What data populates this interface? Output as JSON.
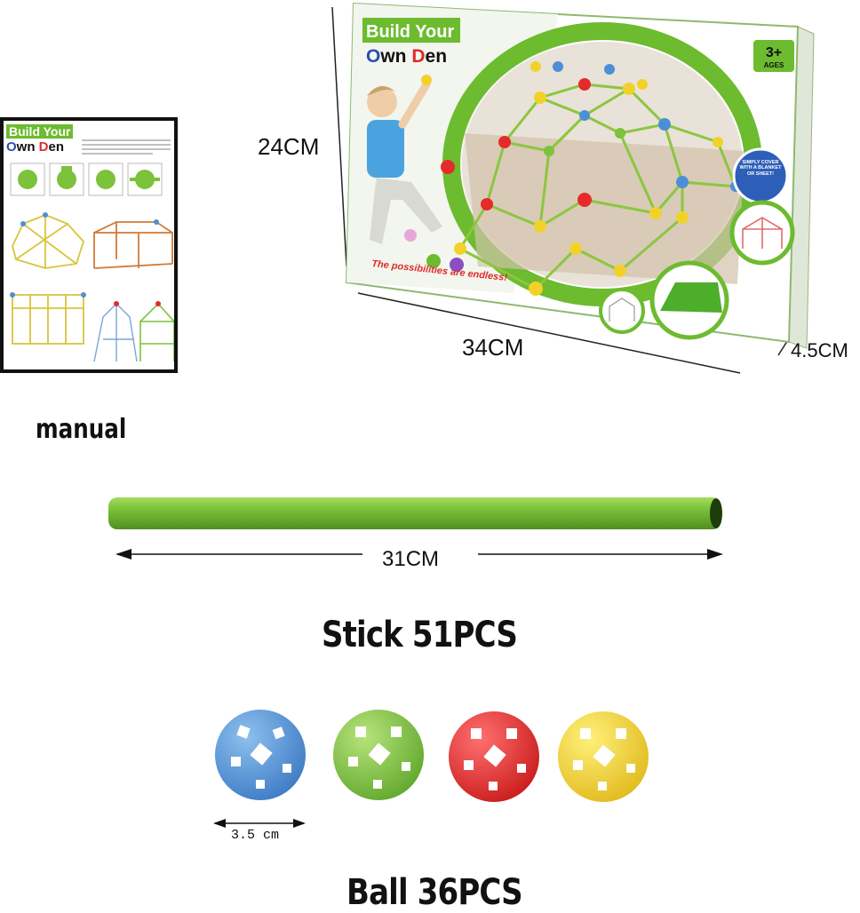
{
  "box": {
    "title_line1": "Build Your",
    "title_line2_parts": [
      {
        "text": "O",
        "color": "#2d4fb0"
      },
      {
        "text": "wn ",
        "color": "#111111"
      },
      {
        "text": "D",
        "color": "#e02a2a"
      },
      {
        "text": "en",
        "color": "#111111"
      }
    ],
    "age_big": "3+",
    "age_small": "AGES",
    "slogan": "The possibilities are endless!",
    "badge_text": "SIMPLY COVER WITH A BLANKET OR SHEET!",
    "dim_height": "24CM",
    "dim_width": "34CM",
    "dim_depth": "4.5CM"
  },
  "manual": {
    "title_line1": "Build Your",
    "title_line2_parts": [
      {
        "text": "O",
        "color": "#2d4fb0"
      },
      {
        "text": "wn ",
        "color": "#111111"
      },
      {
        "text": "D",
        "color": "#e02a2a"
      },
      {
        "text": "en",
        "color": "#111111"
      }
    ],
    "label": "manual"
  },
  "stick": {
    "length": "31CM",
    "label": "Stick 51PCS",
    "color": "#7cc23a"
  },
  "balls": {
    "size": "3.5 cm",
    "label": "Ball 36PCS",
    "colors": [
      "#4d8fd6",
      "#7cc23a",
      "#e52a2a",
      "#f2d22a"
    ]
  },
  "colors": {
    "brand_green": "#6dbb2f",
    "blue": "#2d4fb0",
    "red": "#e02a2a"
  }
}
